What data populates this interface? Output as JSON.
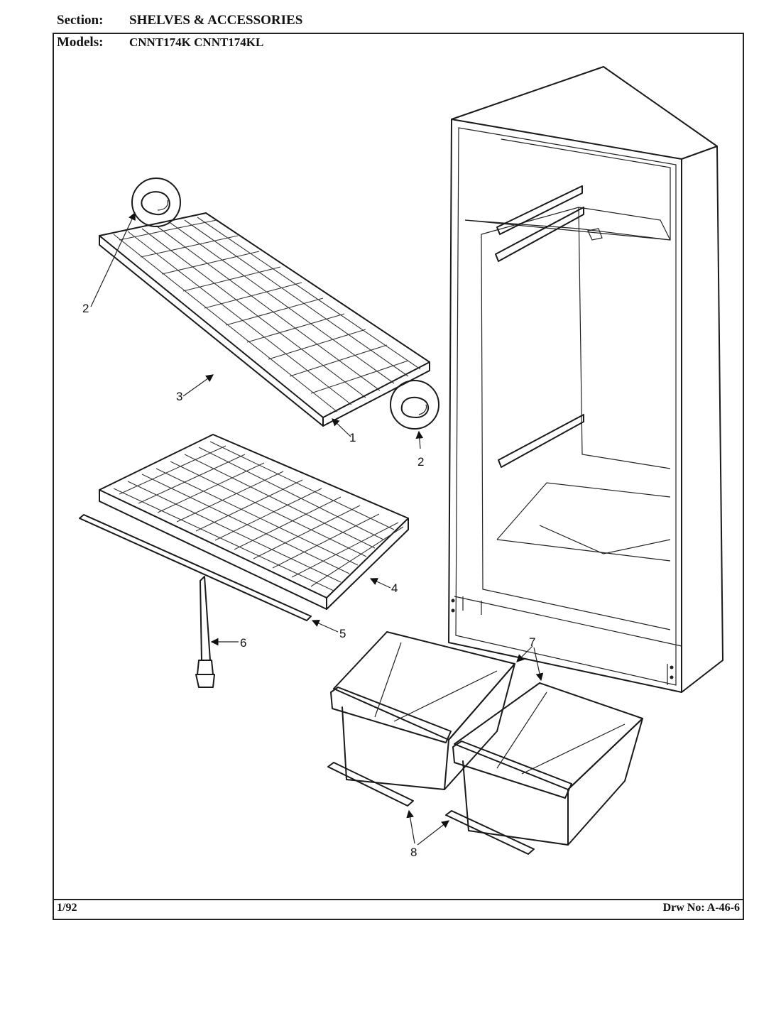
{
  "header": {
    "section_key": "Section:",
    "section_value": "SHELVES & ACCESSORIES",
    "models_key": "Models:",
    "models_value": "CNNT174K  CNNT174KL"
  },
  "footer": {
    "date": "1/92",
    "drawing_no": "Drw No: A-46-6"
  },
  "callouts": [
    "1",
    "2",
    "2",
    "3",
    "4",
    "5",
    "6",
    "7",
    "8"
  ]
}
